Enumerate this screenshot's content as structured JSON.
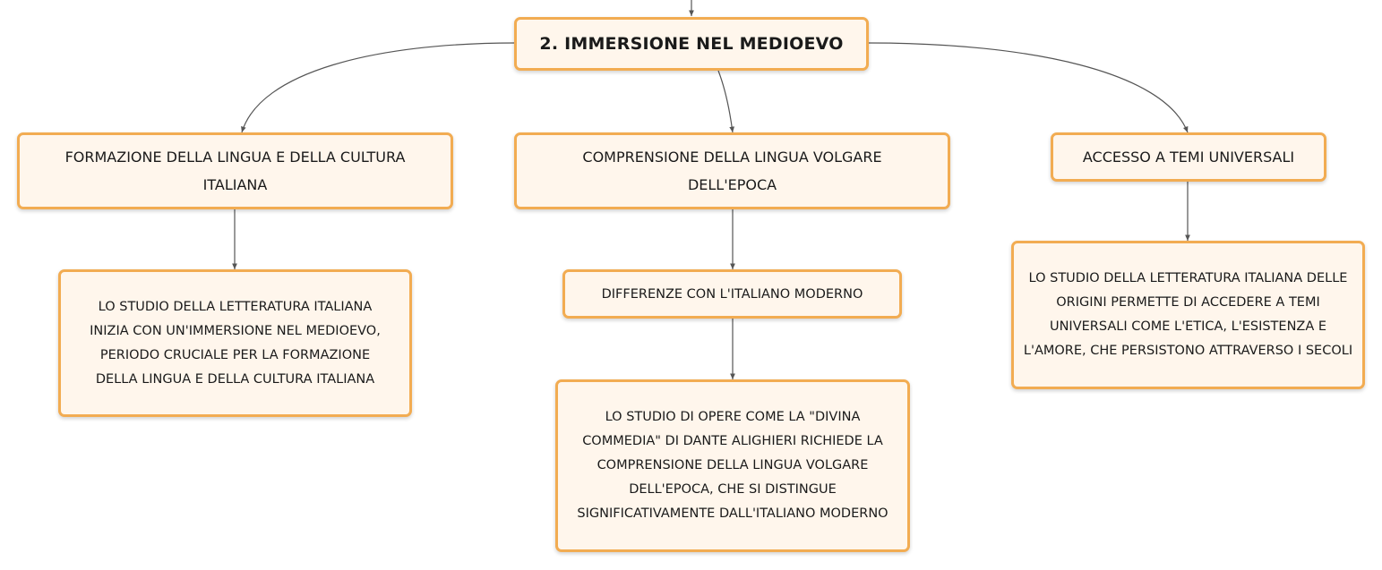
{
  "root": {
    "label": "2. IMMERSIONE NEL MEDIOEVO"
  },
  "branches": [
    {
      "label": "FORMAZIONE DELLA LINGUA E DELLA CULTURA ITALIANA",
      "detail": "LO STUDIO DELLA LETTERATURA ITALIANA INIZIA CON UN'IMMERSIONE NEL MEDIOEVO, PERIODO CRUCIALE PER LA FORMAZIONE DELLA LINGUA E DELLA CULTURA ITALIANA"
    },
    {
      "label": "COMPRENSIONE DELLA LINGUA VOLGARE DELL'EPOCA",
      "sub": "DIFFERENZE CON L'ITALIANO MODERNO",
      "detail": "LO STUDIO DI OPERE COME LA \"DIVINA COMMEDIA\" DI DANTE ALIGHIERI RICHIEDE LA COMPRENSIONE DELLA LINGUA VOLGARE DELL'EPOCA, CHE SI DISTINGUE SIGNIFICATIVAMENTE DALL'ITALIANO MODERNO"
    },
    {
      "label": "ACCESSO A TEMI UNIVERSALI",
      "detail": "LO STUDIO DELLA LETTERATURA ITALIANA DELLE ORIGINI PERMETTE DI ACCEDERE A TEMI UNIVERSALI COME L'ETICA, L'ESISTENZA E L'AMORE, CHE PERSISTONO ATTRAVERSO I SECOLI"
    }
  ],
  "colors": {
    "node_border": "#f2ac52",
    "node_fill": "#fff6ec",
    "connector": "#555555"
  }
}
